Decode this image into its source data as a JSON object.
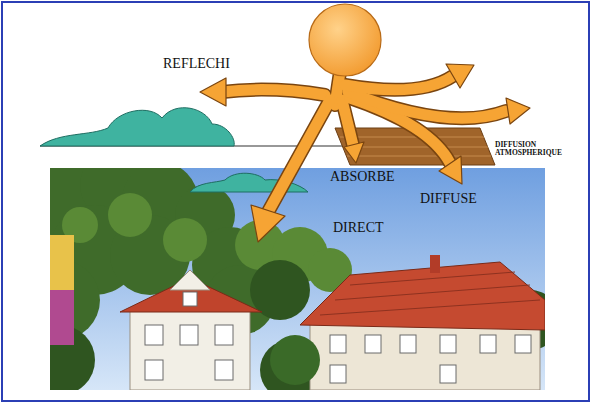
{
  "diagram": {
    "labels": [
      "REFLECHI",
      "DIFFUSION ATMOSPHERIQUE",
      "ABSORBE",
      "DIFFUSE",
      "DIRECT"
    ]
  }
}
